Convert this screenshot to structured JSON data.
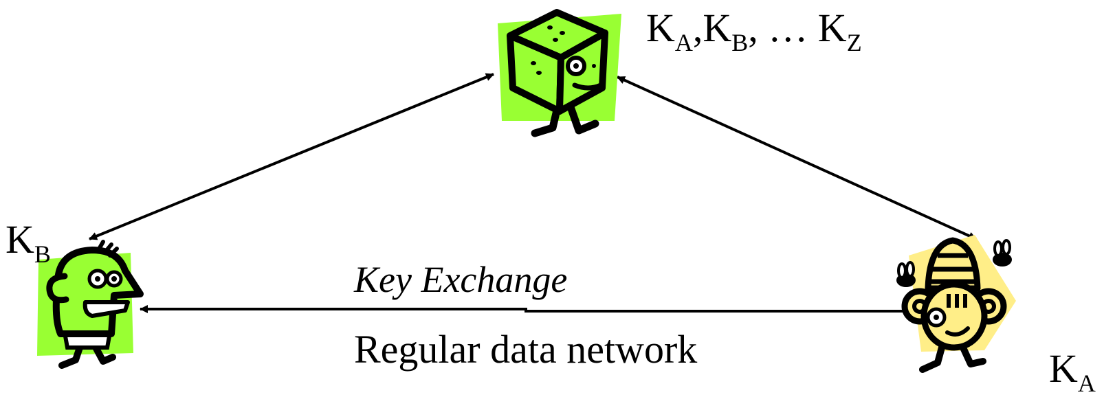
{
  "labels": {
    "center_keys": {
      "k": [
        "K",
        "K",
        "K"
      ],
      "subs": [
        "A",
        "B",
        "Z"
      ],
      "sep1": ",",
      "sep2": ", … "
    },
    "kb": {
      "k": "K",
      "sub": "B"
    },
    "ka": {
      "k": "K",
      "sub": "A"
    },
    "key_exchange": "Key Exchange",
    "regular_network": "Regular data network"
  },
  "colors": {
    "green": "#99ff33",
    "yellow": "#ffee88",
    "line": "#000000"
  },
  "icons": {
    "center": "box-character-icon",
    "left": "bird-character-icon",
    "right": "shell-character-icon"
  }
}
